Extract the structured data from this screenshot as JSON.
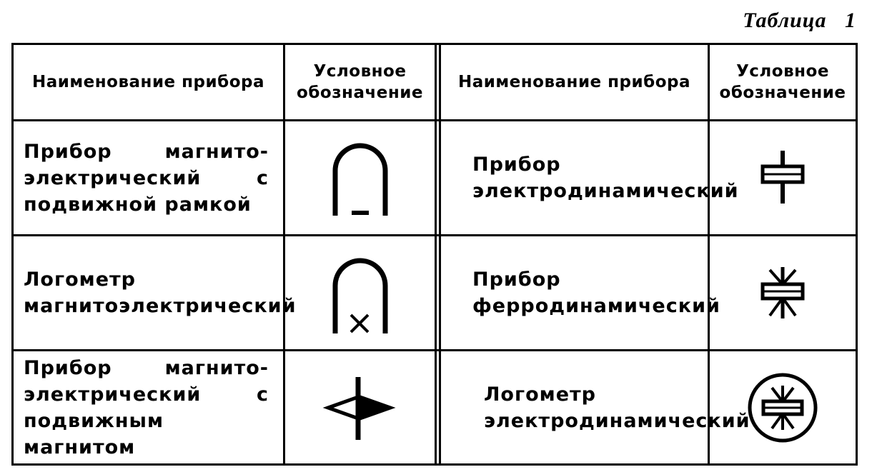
{
  "caption": "Таблица   1",
  "header": {
    "name_col_left": "Наименование прибора",
    "symbol_col_left": "Условное обозначение",
    "name_col_right": "Наименование прибора",
    "symbol_col_right": "Условное обозначение"
  },
  "rows": [
    {
      "left_name": "Прибор магнито-электрический с подвижной рамкой",
      "left_symbol_icon": "moving-coil-symbol",
      "right_name": "Прибор электродинамический",
      "right_symbol_icon": "electrodynamic-symbol"
    },
    {
      "left_name": "Логометр магнитоэлектрический",
      "left_symbol_icon": "magnetoelectric-ratiometer-symbol",
      "right_name": "Прибор ферродинамический",
      "right_symbol_icon": "ferrodynamic-symbol"
    },
    {
      "left_name": "Прибор магнито-электрический с подвижным магнитом",
      "left_symbol_icon": "moving-magnet-symbol",
      "right_name": "Логометр электродинамический",
      "right_symbol_icon": "electrodynamic-ratiometer-symbol"
    }
  ]
}
